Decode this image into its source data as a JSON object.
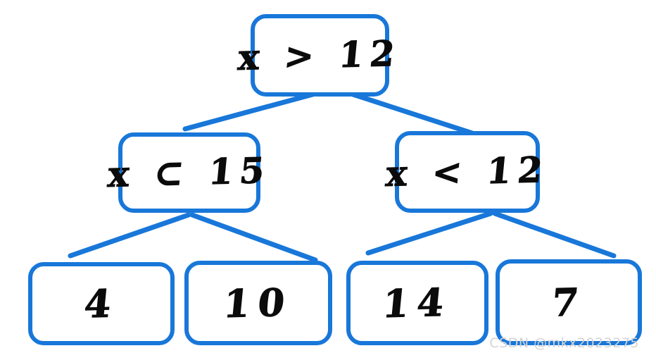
{
  "diagram": {
    "title": "handwritten-decision-tree",
    "accent_color": "#1877d9",
    "ink_color": "#0b0b0b",
    "background_color": "#ffffff",
    "nodes": [
      {
        "id": "root",
        "label": "x > 12",
        "level": 0
      },
      {
        "id": "mid_left",
        "label": "x ⊂ 15",
        "level": 1
      },
      {
        "id": "mid_right",
        "label": "x < 12",
        "level": 1
      },
      {
        "id": "leaf_1",
        "label": "4",
        "level": 2
      },
      {
        "id": "leaf_2",
        "label": "10",
        "level": 2
      },
      {
        "id": "leaf_3",
        "label": "14",
        "level": 2
      },
      {
        "id": "leaf_4",
        "label": "7",
        "level": 2
      }
    ],
    "edges": [
      {
        "from": "root",
        "to": "mid_left"
      },
      {
        "from": "root",
        "to": "mid_right"
      },
      {
        "from": "mid_left",
        "to": "leaf_1"
      },
      {
        "from": "mid_left",
        "to": "leaf_2"
      },
      {
        "from": "mid_right",
        "to": "leaf_3"
      },
      {
        "from": "mid_right",
        "to": "leaf_4"
      }
    ]
  },
  "watermark": {
    "text": "CSDN @mkx2023275",
    "color": "#d4d4d4"
  }
}
